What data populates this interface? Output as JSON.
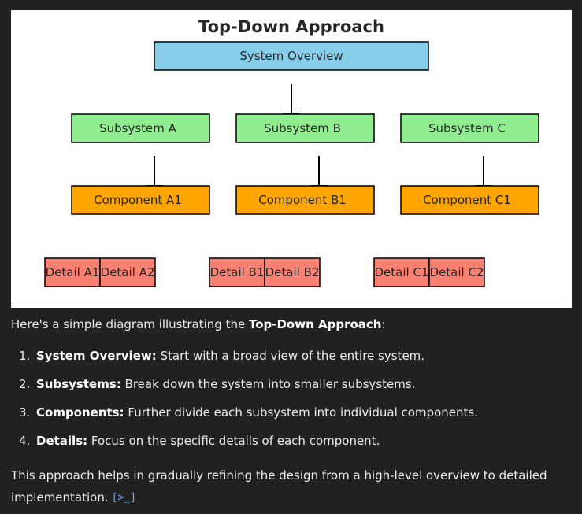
{
  "diagram": {
    "title": "Top-Down Approach",
    "overview": "System Overview",
    "subsystems": [
      "Subsystem A",
      "Subsystem B",
      "Subsystem C"
    ],
    "components": [
      "Component A1",
      "Component B1",
      "Component C1"
    ],
    "details": [
      "Detail A1",
      "Detail A2",
      "Detail B1",
      "Detail B2",
      "Detail C1",
      "Detail C2"
    ],
    "colors": {
      "overview": "#87ceeb",
      "subsystem": "#90ee90",
      "component": "#ffa500",
      "detail": "#fa8072"
    }
  },
  "message": {
    "intro_prefix": "Here's a simple diagram illustrating the ",
    "intro_bold": "Top-Down Approach",
    "intro_suffix": ":",
    "steps": [
      {
        "num": "1.",
        "term": "System Overview:",
        "text": " Start with a broad view of the entire system."
      },
      {
        "num": "2.",
        "term": "Subsystems:",
        "text": " Break down the system into smaller subsystems."
      },
      {
        "num": "3.",
        "term": "Components:",
        "text": " Further divide each subsystem into individual components."
      },
      {
        "num": "4.",
        "term": "Details:",
        "text": " Focus on the specific details of each component."
      }
    ],
    "outro": "This approach helps in gradually refining the design from a high-level overview to detailed implementation.",
    "source_icon": "code-source-icon"
  }
}
